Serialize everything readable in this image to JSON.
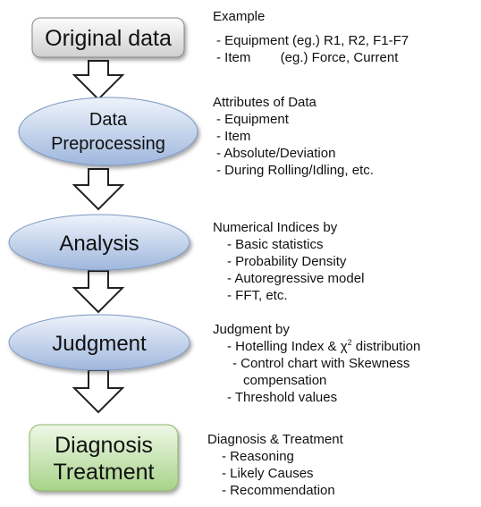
{
  "flow": {
    "steps": [
      {
        "id": "original",
        "lines": [
          "Original data"
        ],
        "shape": "rounded-rect",
        "fill": "#e4e4e4"
      },
      {
        "id": "preprocess",
        "lines": [
          "Data",
          "Preprocessing"
        ],
        "shape": "ellipse",
        "fill": "#c9d8ef"
      },
      {
        "id": "analysis",
        "lines": [
          "Analysis"
        ],
        "shape": "ellipse",
        "fill": "#c9d8ef"
      },
      {
        "id": "judgment",
        "lines": [
          "Judgment"
        ],
        "shape": "ellipse",
        "fill": "#c9d8ef"
      },
      {
        "id": "diagnosis",
        "lines": [
          "Diagnosis",
          "Treatment"
        ],
        "shape": "rounded-rect",
        "fill": "#c5e3b0"
      }
    ],
    "arrow_color": "#ffffff",
    "arrow_stroke": "#222222"
  },
  "notes": {
    "example": {
      "title": "Example",
      "items": [
        "- Equipment (eg.) R1, R2, F1-F7",
        "- Item        (eg.) Force, Current"
      ]
    },
    "attributes": {
      "title": "Attributes of Data",
      "items": [
        "- Equipment",
        "- Item",
        "- Absolute/Deviation",
        "- During Rolling/Idling, etc."
      ]
    },
    "indices": {
      "title": "Numerical Indices by",
      "items": [
        "- Basic statistics",
        "- Probability Density",
        "- Autoregressive model",
        "- FFT, etc."
      ]
    },
    "judgment": {
      "title": "Judgment by",
      "item1_prefix": "- Hotelling Index & χ",
      "item1_sup": "2",
      "item1_suffix": " distribution",
      "item2": "- Control chart with Skewness",
      "item2b": "compensation",
      "item3": "- Threshold values"
    },
    "diagnosis": {
      "title": "Diagnosis & Treatment",
      "items": [
        "- Reasoning",
        "- Likely Causes",
        "- Recommendation"
      ]
    }
  }
}
